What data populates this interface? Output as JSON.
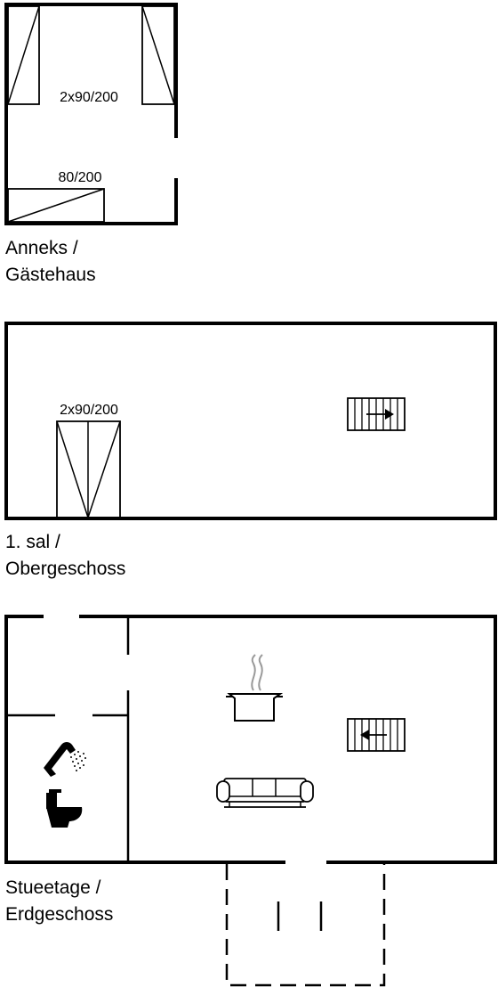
{
  "annex": {
    "caption_line1": "Anneks /",
    "caption_line2": "Gästehaus",
    "bed_double_label": "2x90/200",
    "bed_single_label": "80/200"
  },
  "first_floor": {
    "caption_line1": "1. sal /",
    "caption_line2": "Obergeschoss",
    "bed_double_label": "2x90/200"
  },
  "ground_floor": {
    "caption_line1": "Stueetage /",
    "caption_line2": "Erdgeschoss"
  },
  "icons": {
    "stairs": "stairs-icon",
    "kitchen": "cooking-pot-icon",
    "sofa": "sofa-icon",
    "shower": "shower-icon",
    "toilet": "toilet-icon"
  },
  "colors": {
    "line": "#000000",
    "steam": "#9a9a9a",
    "background": "#ffffff"
  }
}
